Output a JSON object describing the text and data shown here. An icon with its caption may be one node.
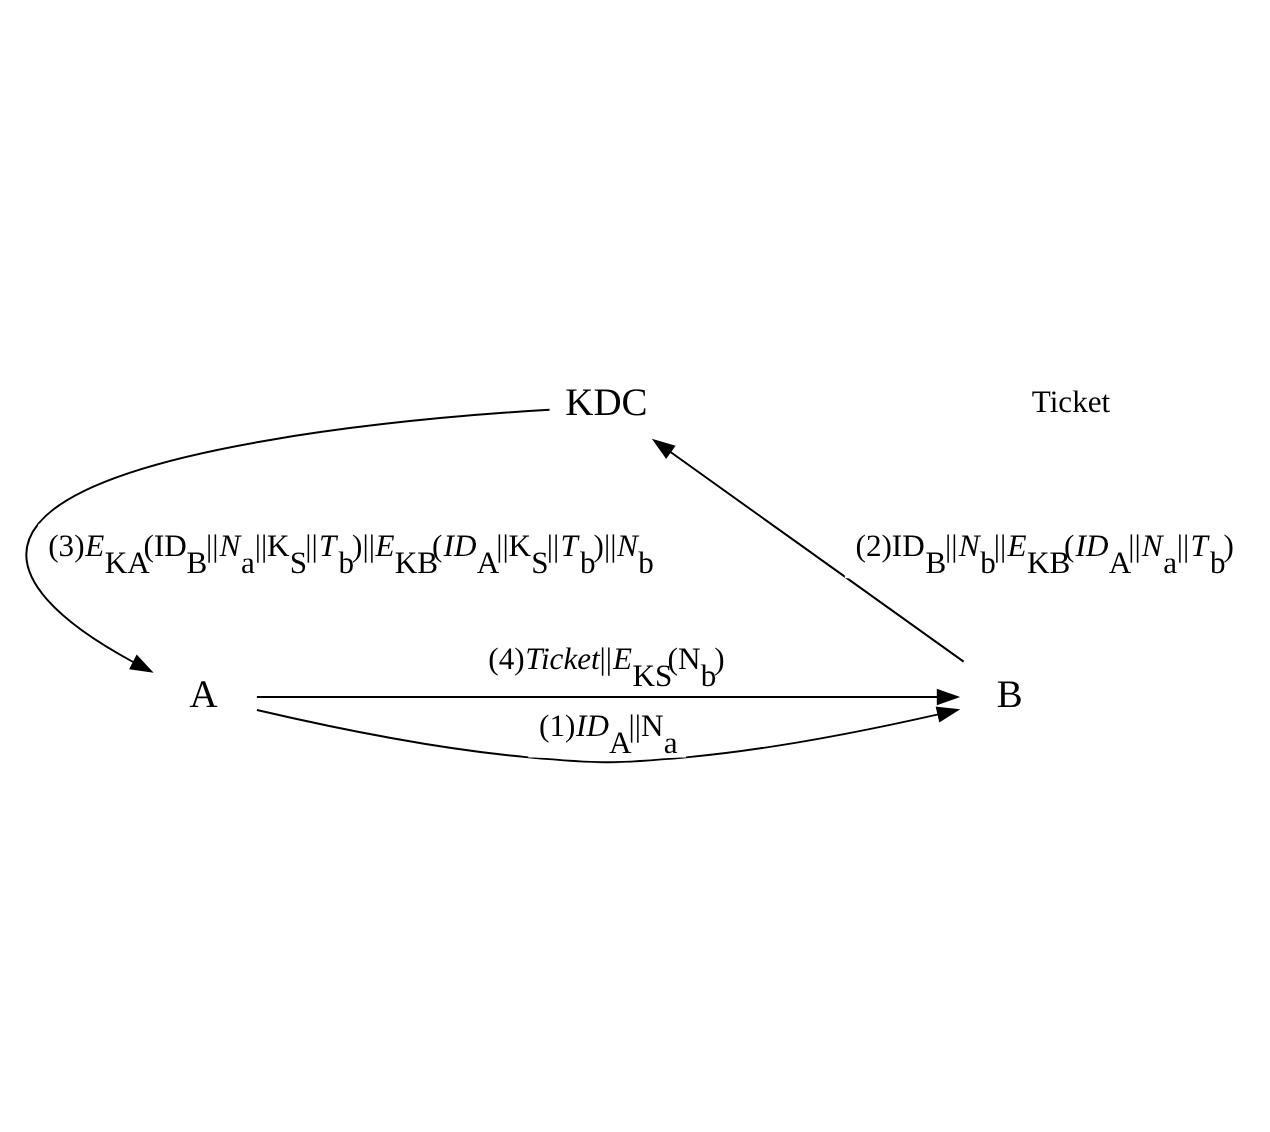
{
  "diagram": {
    "nodes": [
      {
        "text": [
          "KDC"
        ]
      },
      {
        "text": [
          "A"
        ]
      },
      {
        "text": [
          "B"
        ]
      }
    ],
    "edges": [
      {
        "from": 0,
        "to": 1,
        "arrow": "to",
        "label": "(3)*E*$_{KA}$(ID$_{B}$||*N*$_{a}$||K$_{S}$||*T*$_{b}$)||*E*$_{KB}$(*ID*$_{A}$||K$_{S}$||*T*$_{b}$)||*N*$_{b}$"
      },
      {
        "from": 2,
        "to": 0,
        "arrow": "to",
        "label": "(2)ID$_{B}$||*N*$_{b}$||*E*$_{KB}$(*ID*$_{A}$||*N*$_{a}$||*T*$_{b}$)"
      },
      {
        "from": 1,
        "to": 2,
        "arrow": "to",
        "label": "(1)*ID*$_{A}$||N$_{a}$"
      },
      {
        "from": 1,
        "to": 2,
        "arrow": "to",
        "label": "(4)*Ticket*||*E*$_{KS}$(N$_{b}$)"
      }
    ],
    "labels": [
      "Ticket"
    ]
  }
}
